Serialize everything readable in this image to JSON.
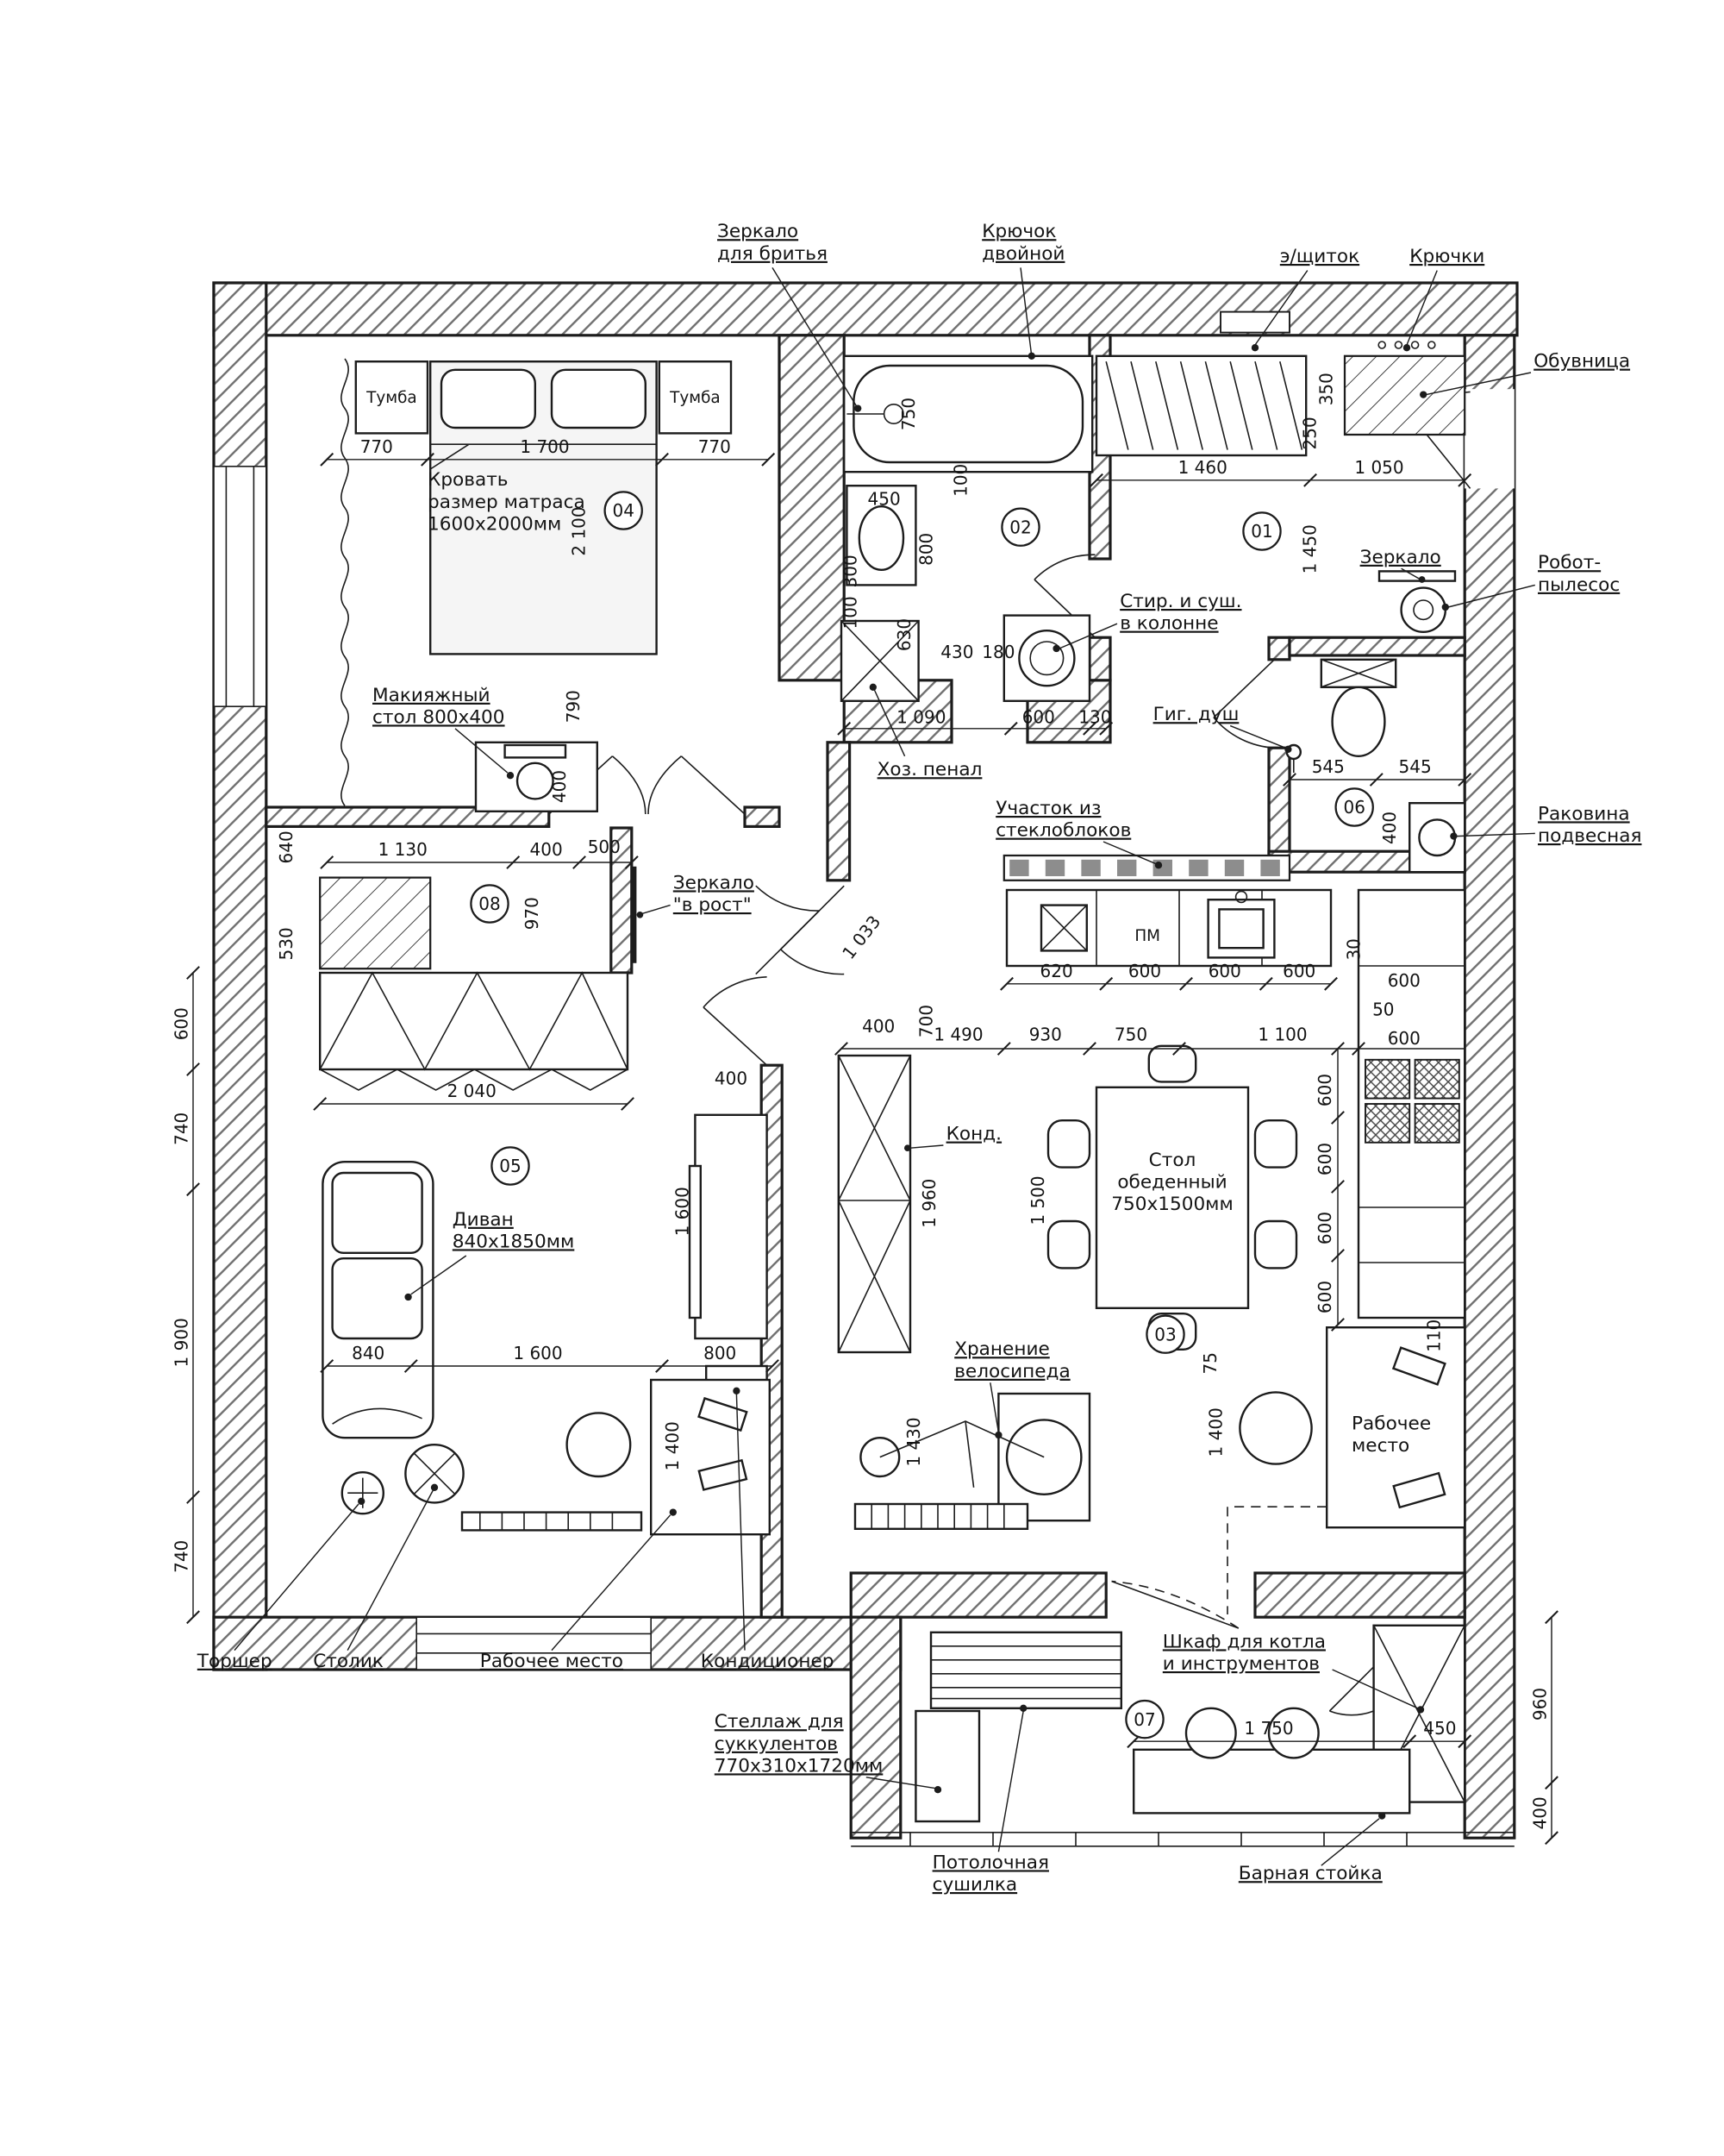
{
  "plan": {
    "rooms": {
      "r1": "01",
      "r2": "02",
      "r3": "03",
      "r4": "04",
      "r5": "05",
      "r6": "06",
      "r7": "07",
      "r8": "08"
    },
    "labels": {
      "shaving_mirror": [
        "Зеркало",
        "для бритья"
      ],
      "double_hook": [
        "Крючок",
        "двойной"
      ],
      "electro_panel": [
        "э/щиток"
      ],
      "hooks": [
        "Крючки"
      ],
      "shoe_cabinet": [
        "Обувница"
      ],
      "mirror_hall": [
        "Зеркало"
      ],
      "robot_vacuum": [
        "Робот-",
        "пылесос"
      ],
      "washer_dryer": [
        "Стир. и суш.",
        "в колонне"
      ],
      "hyg_shower": [
        "Гиг. душ"
      ],
      "wall_sink": [
        "Раковина",
        "подвесная"
      ],
      "glass_blocks": [
        "Участок из",
        "стеклоблоков"
      ],
      "utility_cabinet": [
        "Хоз. пенал"
      ],
      "full_mirror": [
        "Зеркало",
        "\"в рост\""
      ],
      "makeup_table": [
        "Макияжный",
        "стол 800х400"
      ],
      "bed": [
        "Кровать",
        "размер матраса",
        "1600х2000мм"
      ],
      "nightstand_left": [
        "Тумба"
      ],
      "nightstand_right": [
        "Тумба"
      ],
      "sofa": [
        "Диван",
        "840х1850мм"
      ],
      "cond": [
        "Конд."
      ],
      "dining_table": [
        "Стол",
        "обеденный",
        "750х1500мм"
      ],
      "bike_storage": [
        "Хранение",
        "велосипеда"
      ],
      "workplace_win": [
        "Рабочее",
        "место"
      ],
      "floor_lamp": [
        "Торшер"
      ],
      "side_table": [
        "Столик"
      ],
      "workplace_living": [
        "Рабочее место"
      ],
      "air_cond": [
        "Кондиционер"
      ],
      "succulent_rack": [
        "Стеллаж для",
        "суккулентов",
        "770х310х1720мм"
      ],
      "boiler_cabinet": [
        "Шкаф для котла",
        "и инструментов"
      ],
      "ceiling_dryer": [
        "Потолочная",
        "сушилка"
      ],
      "bar_counter": [
        "Барная стойка"
      ],
      "dishwasher": [
        "ПМ"
      ]
    },
    "dims": {
      "bed_l": "770",
      "bed_c": "1 700",
      "bed_r": "770",
      "bed_v": "2 100",
      "mk_790": "790",
      "mk_400": "400",
      "bath_750": "750",
      "bath_100a": "100",
      "bath_450": "450",
      "bath_800": "800",
      "bath_300": "300",
      "bath_100b": "100",
      "bath_630": "630",
      "bath_430": "430",
      "bath_180": "180",
      "bath_1090": "1 090",
      "bath_600": "600",
      "bath_130": "130",
      "hall_1460": "1 460",
      "hall_1050": "1 050",
      "hall_350": "350",
      "hall_250": "250",
      "hall_1450": "1 450",
      "wc_545a": "545",
      "wc_545b": "545",
      "wc_400": "400",
      "wc_30": "30",
      "kit_620": "620",
      "kit_600a": "600",
      "kit_600b": "600",
      "kit_600c": "600",
      "kitr_600a": "600",
      "kitr_50": "50",
      "kitr_600b": "600",
      "kitr_600c": "600",
      "kitr_600d": "600",
      "kitr_600e": "600",
      "kitr_600f": "600",
      "din_1490": "1 490",
      "din_930": "930",
      "din_750": "750",
      "din_1100": "1 100",
      "din_1500": "1 500",
      "din_75": "75",
      "din_110": "110",
      "mid_400": "400",
      "mid_700": "700",
      "mid_1033": "1 033",
      "mid_1960": "1 960",
      "bike_1430": "1 430",
      "desk_1400": "1 400",
      "h8_1130": "1 130",
      "h8_400": "400",
      "h8_500": "500",
      "h8_970": "970",
      "h8_640": "640",
      "h8_530": "530",
      "ward_2040": "2 040",
      "left_600": "600",
      "left_740a": "740",
      "left_1900": "1 900",
      "left_740b": "740",
      "liv_400": "400",
      "liv_1600v": "1 600",
      "liv_840": "840",
      "liv_1600": "1 600",
      "liv_800": "800",
      "liv_1400": "1 400",
      "bal_1750": "1 750",
      "bal_450": "450",
      "bal_960": "960",
      "bal_400": "400"
    }
  }
}
